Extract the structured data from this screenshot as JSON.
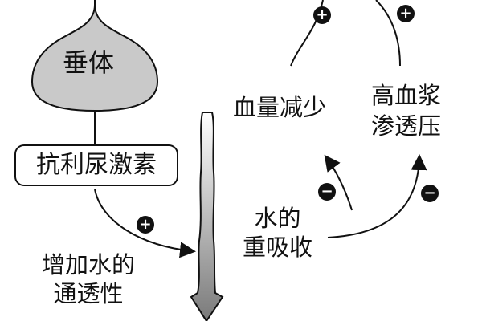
{
  "diagram": {
    "pituitary_label": "垂体",
    "adh_label": "抗利尿激素",
    "permeability_label": [
      "增加水的",
      "通透性"
    ],
    "blood_volume_label": "血量减少",
    "plasma_pressure_label": [
      "高血浆",
      "渗透压"
    ],
    "reabsorption_label": [
      "水的",
      "重吸收"
    ],
    "signs": {
      "adh_effect": "+",
      "top_left": "+",
      "top_right": "+",
      "reabsorption_to_volume": "−",
      "reabsorption_to_pressure": "−"
    },
    "colors": {
      "pituitary_fill": "#c9c9c9",
      "ink": "#111111",
      "tubule_gradient_top": "#ffffff",
      "tubule_gradient_bottom": "#7a7a7a"
    }
  }
}
